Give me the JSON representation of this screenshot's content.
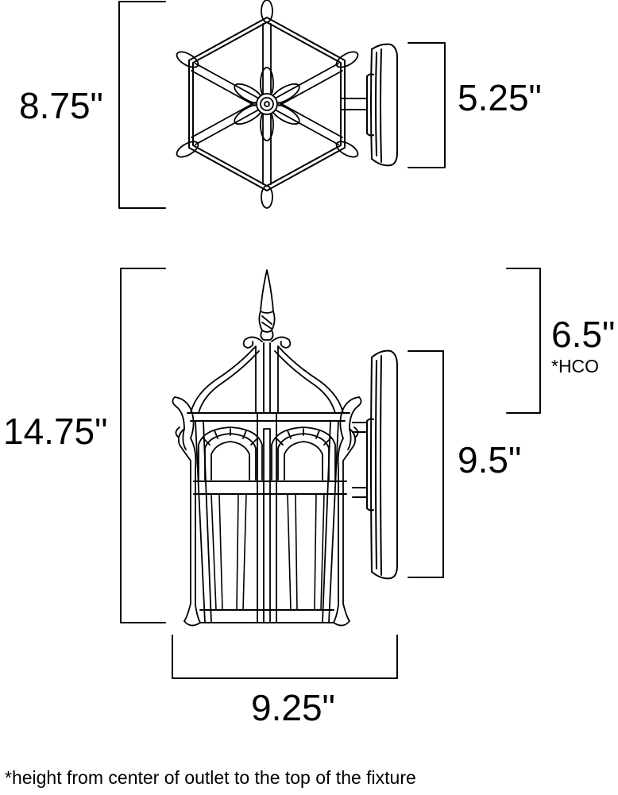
{
  "dimensions": {
    "top_depth": "8.75\"",
    "backplate_width": "5.25\"",
    "overall_height": "14.75\"",
    "outlet_height": "6.5\"",
    "outlet_height_note": "*HCO",
    "backplate_height": "9.5\"",
    "overall_width": "9.25\""
  },
  "footnote": "*height from center of outlet to the top of the fixture"
}
